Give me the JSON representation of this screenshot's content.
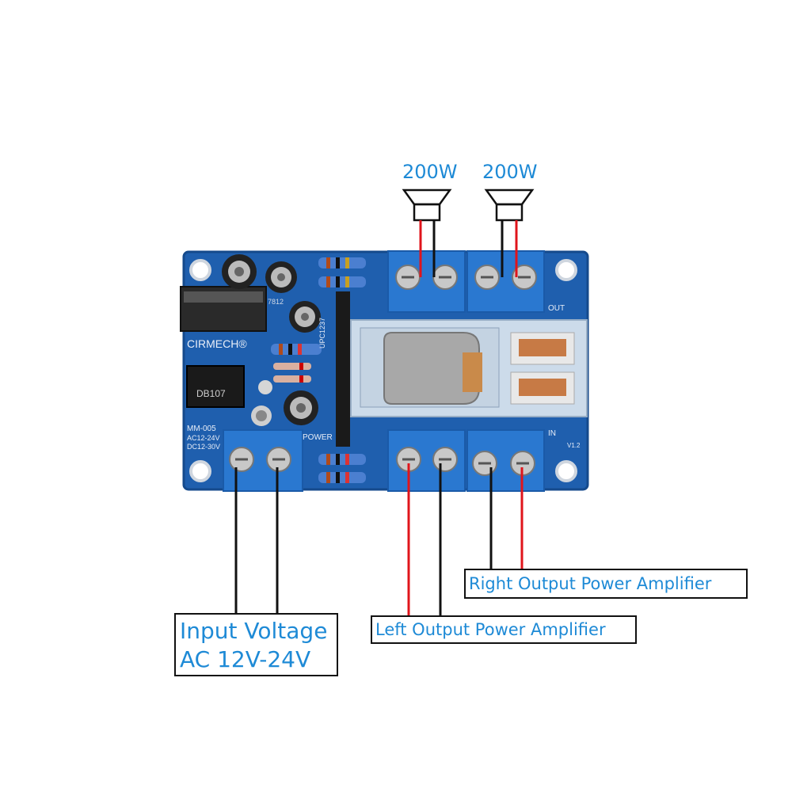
{
  "speakers": [
    {
      "power": "200W"
    },
    {
      "power": "200W"
    }
  ],
  "labels": {
    "input_voltage_line1": "Input Voltage",
    "input_voltage_line2": "AC 12V-24V",
    "left_output": "Left Output Power Amplifier",
    "right_output": "Right Output Power  Amplifier"
  },
  "board_markings": {
    "brand": "CIRMECH®",
    "model": "MM-005",
    "spec1": "AC12-24V",
    "spec2": "DC12-30V",
    "power": "POWER",
    "out": "OUT",
    "in": "IN",
    "version": "V1.2",
    "rectifier": "DB107",
    "ic": "UPC1237",
    "regulator": "7812"
  },
  "colors": {
    "label_blue": "#1e8ad6",
    "pcb_blue": "#1f5fae",
    "terminal_blue": "#2a78d0",
    "wire_red": "#e0141b",
    "wire_black": "#111111"
  }
}
